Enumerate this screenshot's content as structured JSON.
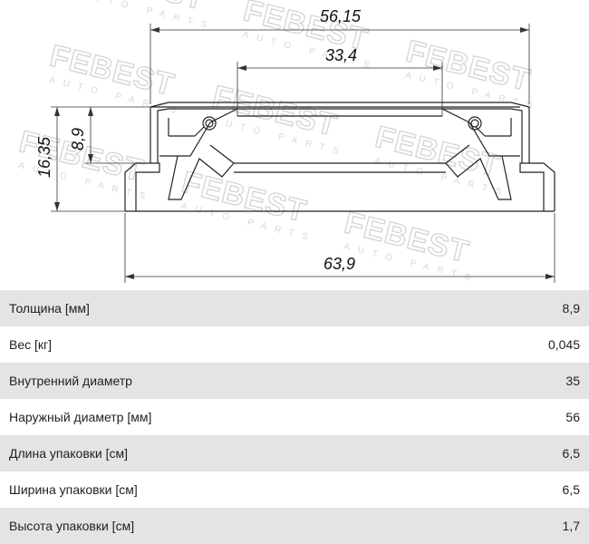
{
  "watermark": {
    "brand": "FEBEST",
    "sub": "AUTO PARTS"
  },
  "dimensions": {
    "outer_width": "56,15",
    "inner_width": "33,4",
    "height": "8,9",
    "total_height": "16,35",
    "flange_width": "63,9"
  },
  "specs": [
    {
      "label": "Толщина [мм]",
      "value": "8,9"
    },
    {
      "label": "Вес [кг]",
      "value": "0,045"
    },
    {
      "label": "Внутренний диаметр",
      "value": "35"
    },
    {
      "label": "Наружный диаметр [мм]",
      "value": "56"
    },
    {
      "label": "Длина упаковки [см]",
      "value": "6,5"
    },
    {
      "label": "Ширина упаковки [см]",
      "value": "6,5"
    },
    {
      "label": "Высота упаковки [см]",
      "value": "1,7"
    }
  ]
}
